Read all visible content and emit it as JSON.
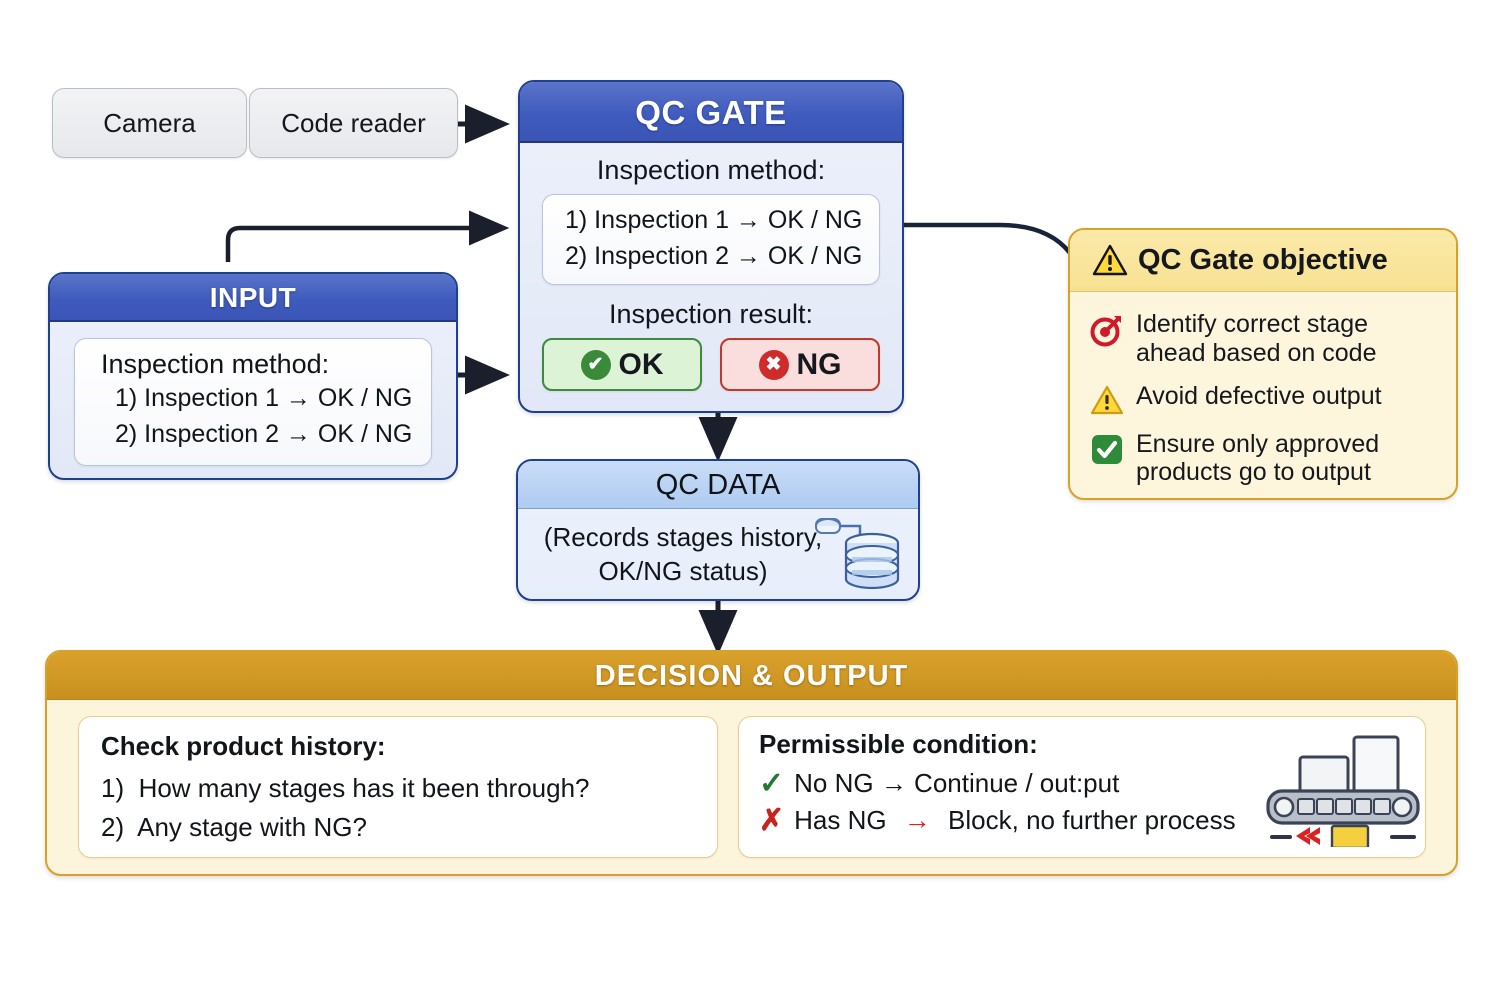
{
  "sources": [
    {
      "label": "Camera"
    },
    {
      "label": "Code reader"
    }
  ],
  "qc_gate": {
    "title": "QC GATE",
    "method_label": "Inspection method:",
    "method_lines": [
      "1) Inspection 1 → OK / NG",
      "2) Inspection 2 → OK / NG"
    ],
    "result_label": "Inspection result:",
    "results": [
      {
        "label": "OK",
        "icon": "check-circle-icon",
        "color": "#3a8a3a",
        "glyph": "✔"
      },
      {
        "label": "NG",
        "icon": "cross-circle-icon",
        "color": "#cf2b2b",
        "glyph": "✖"
      }
    ]
  },
  "input": {
    "title": "INPUT",
    "method_label": "Inspection method:",
    "method_lines": [
      "1) Inspection 1 → OK / NG",
      "2) Inspection 2 → OK / NG"
    ]
  },
  "qc_data": {
    "title": "QC DATA",
    "body_lines": [
      "(Records stages history,",
      "OK/NG status)"
    ],
    "icon": "database-icon"
  },
  "objective": {
    "title": "QC Gate objective",
    "title_icon": "warning-triangle-icon",
    "items": [
      {
        "icon": "target-icon",
        "text": "Identify correct stage ahead based on code"
      },
      {
        "icon": "warning-triangle-icon",
        "text": "Avoid defective output"
      },
      {
        "icon": "check-square-icon",
        "text": "Ensure only approved products go to output"
      }
    ]
  },
  "decision": {
    "title": "DECISION & OUTPUT",
    "history": {
      "heading": "Check product history:",
      "lines": [
        "1)  How many stages has it been through?",
        "2)  Any stage with NG?"
      ]
    },
    "permissible": {
      "heading": "Permissible condition:",
      "rows": [
        {
          "mark": "✓",
          "mark_color": "#1f7a32",
          "text": "No NG → Continue / out:put"
        },
        {
          "mark": "✗",
          "mark_color": "#c4261d",
          "text_pre": "Has NG ",
          "arrow": "→",
          "arrow_color": "#e02020",
          "text_post": " Block, no further process"
        }
      ],
      "icon": "conveyor-belt-icon"
    }
  },
  "colors": {
    "blue_header": "#3f5bbd",
    "blue_border": "#1f3f8f",
    "gold_header": "#cf9724",
    "gold_border": "#d6a32a",
    "ok_green": "#3a8a3a",
    "ng_red": "#cf2b2b",
    "qcdata_header": "#aecbf1"
  }
}
